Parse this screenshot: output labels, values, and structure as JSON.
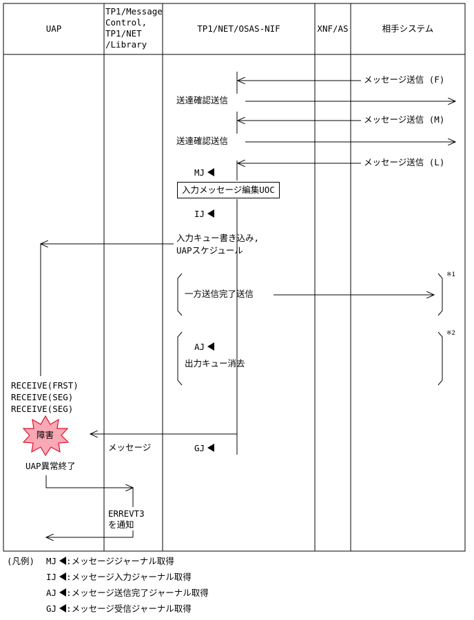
{
  "headers": {
    "uap": "UAP",
    "tp1mc_lines": [
      "TP1/Message",
      "Control,",
      "TP1/NET",
      "/Library"
    ],
    "osas": "TP1/NET/OSAS-NIF",
    "xnf": "XNF/AS",
    "partner": "相手システム"
  },
  "messages": {
    "msg_f": "メッセージ送信 (F)",
    "msg_m": "メッセージ送信 (M)",
    "msg_l": "メッセージ送信 (L)",
    "confirm_1": "送達確認送信",
    "confirm_2": "送達確認送信",
    "mj": "MJ",
    "ij": "IJ",
    "aj": "AJ",
    "gj": "GJ",
    "uoc": "入力メッセージ編集UOC",
    "queue_line1": "入力キュー書き込み,",
    "queue_line2": "UAPスケジュール",
    "oneway": "一方送信完了送信",
    "output_clear": "出力キュー消去",
    "note1": "※1",
    "note2": "※2",
    "receive_1": "RECEIVE(FRST)",
    "receive_2": "RECEIVE(SEG)",
    "receive_3": "RECEIVE(SEG)",
    "fault": "障害",
    "message": "メッセージ",
    "uap_abend": "UAP異常終了",
    "errevt_1": "ERREVT3",
    "errevt_2": "を通知"
  },
  "legend": {
    "title": "(凡例)",
    "items": [
      {
        "code": "MJ",
        "text": ":メッセージジャーナル取得"
      },
      {
        "code": "IJ",
        "text": ":メッセージ入力ジャーナル取得"
      },
      {
        "code": "AJ",
        "text": ":メッセージ送信完了ジャーナル取得"
      },
      {
        "code": "GJ",
        "text": ":メッセージ受信ジャーナル取得"
      }
    ]
  },
  "colors": {
    "fault_fill": "#f9a8b5",
    "fault_stroke": "#e0102a",
    "line": "#000000"
  }
}
